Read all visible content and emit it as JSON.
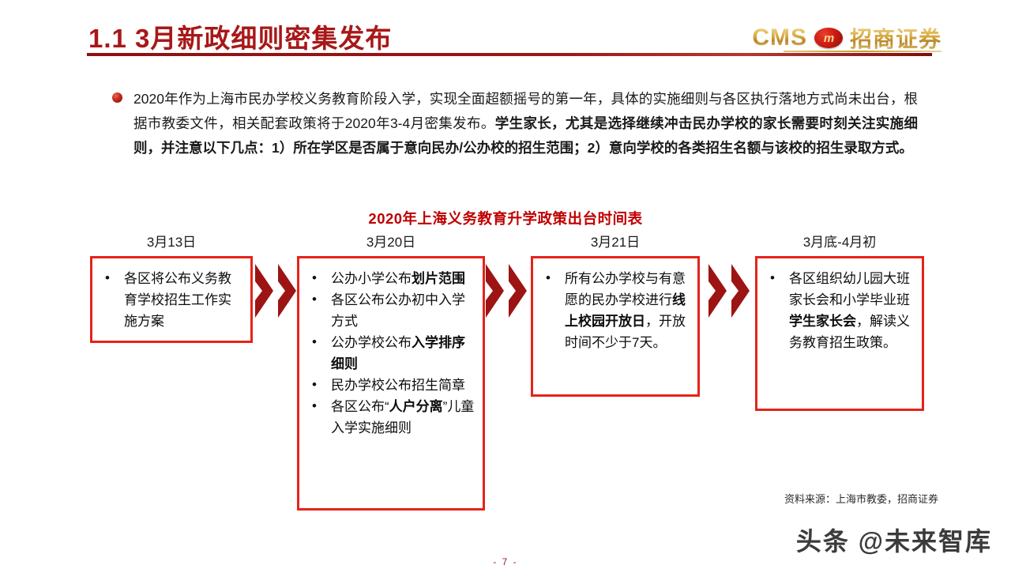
{
  "header": {
    "title": "1.1  3月新政细则密集发布",
    "accent_color": "#a81818",
    "rule_color": "#8d1212",
    "logo": {
      "latin": "CMS",
      "mark_text": "m",
      "chinese": "招商证券",
      "gold_color": "#c79b35",
      "mark_color": "#cf1b13"
    }
  },
  "paragraph": {
    "bullet_color": "#c42a18",
    "part_normal_1": "2020年作为上海市民办学校义务教育阶段入学，实现全面超额摇号的第一年，具体的实施细则与各区执行落地方式尚未出台，根据市教委文件，相关配套政策将于2020年3-4月密集发布。",
    "part_bold_1": "学生家长，尤其是选择继续冲击民办学校的家长需要时刻关注实施细则，并注意以下几点：1）所在学区是否属于意向民办/公办校的招生范围；2）意向学校的各类招生名额与该校的招生录取方式。"
  },
  "section": {
    "title": "2020年上海义务教育升学政策出台时间表",
    "title_color": "#c00000"
  },
  "timeline": {
    "box_border_color": "#e5231a",
    "arrow_color": "#9d1414",
    "columns": [
      {
        "date": "3月13日",
        "items": [
          {
            "normal_1": "各区将公布义务教育学校招生工作实施方案",
            "bold": "",
            "normal_2": ""
          }
        ]
      },
      {
        "date": "3月20日",
        "items": [
          {
            "normal_1": "公办小学公布",
            "bold": "划片范围",
            "normal_2": ""
          },
          {
            "normal_1": "各区公布公办初中入学方式",
            "bold": "",
            "normal_2": ""
          },
          {
            "normal_1": "公办学校公布",
            "bold": "入学排序细则",
            "normal_2": ""
          },
          {
            "normal_1": "民办学校公布招生简章",
            "bold": "",
            "normal_2": ""
          },
          {
            "normal_1": "各区公布“",
            "bold": "人户分离",
            "normal_2": "”儿童入学实施细则"
          }
        ]
      },
      {
        "date": "3月21日",
        "items": [
          {
            "normal_1": "所有公办学校与有意愿的民办学校进行",
            "bold": "线上校园开放日",
            "normal_2": "，开放时间不少于7天。"
          }
        ]
      },
      {
        "date": "3月底-4月初",
        "items": [
          {
            "normal_1": "各区组织幼儿园大班家长会和小学毕业班",
            "bold": "学生家长会",
            "normal_2": "，解读义务教育招生政策。"
          }
        ]
      }
    ]
  },
  "source": "资料来源：上海市教委，招商证券",
  "watermark": "头条 @未来智库",
  "page_number": "- 7 -"
}
